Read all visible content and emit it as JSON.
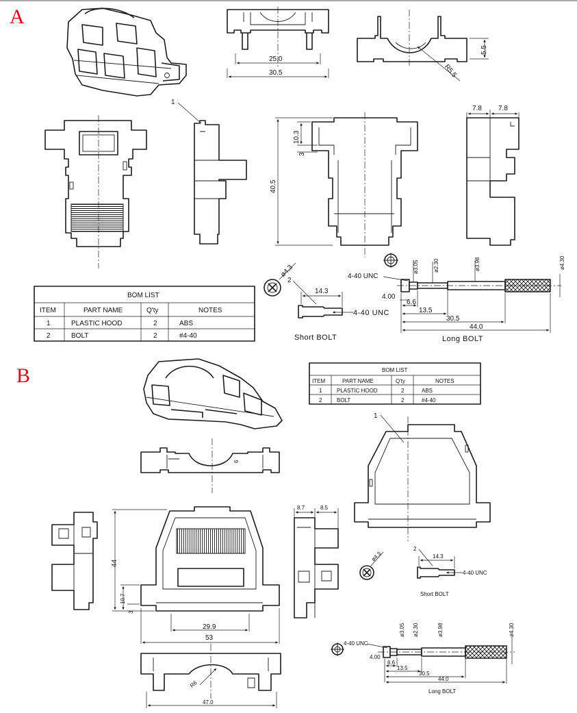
{
  "sections": {
    "a": {
      "label": "A"
    },
    "b": {
      "label": "B"
    }
  },
  "bom_a": {
    "title": "BOM  LIST",
    "headers": [
      "ITEM",
      "PART NAME",
      "Q'ty",
      "NOTES"
    ],
    "rows": [
      [
        "1",
        "PLASTIC  HOOD",
        "2",
        "ABS"
      ],
      [
        "2",
        "BOLT",
        "2",
        "#4-40"
      ]
    ]
  },
  "bom_b": {
    "title": "BOM  LIST",
    "headers": [
      "ITEM",
      "PART NAME",
      "Q'ty",
      "NOTES"
    ],
    "rows": [
      [
        "1",
        "PLASTIC  HOOD",
        "2",
        "ABS"
      ],
      [
        "2",
        "BOLT",
        "2",
        "#4-40"
      ]
    ]
  },
  "dims_a": {
    "d25": "25.0",
    "d30_5": "30.5",
    "d5_5": "5.5",
    "r5_5": "R5.5",
    "d10_3": "10.3",
    "d3": "3",
    "d40_5": "40.5",
    "d7_8_left": "7.8",
    "d7_8_right": "7.8",
    "callout1": "1"
  },
  "bolts_a": {
    "dia43": "ø4.3",
    "callout2": "2",
    "short_len": "14.3",
    "short_thread": "4-40  UNC",
    "short_label": "Short  BOLT",
    "long_thread": "4-40  UNC",
    "d305": "ø3.05",
    "d230": "ø2.30",
    "d398": "ø3.98",
    "d430": "ø4.30",
    "d400": "4.00",
    "d66": "6.6",
    "d135": "13.5",
    "d305len": "30.5",
    "d440": "44.0",
    "long_label": "Long  BOLT"
  },
  "dims_b": {
    "d6": "6",
    "d8_7": "8.7",
    "d8_5": "8.5",
    "d44": "44",
    "d10_7": "10.7",
    "d3": "3",
    "d29_9": "29.9",
    "d53": "53",
    "r6": "R6",
    "d47": "47.0",
    "callout1": "1"
  },
  "bolts_b": {
    "dia43": "ø4.3",
    "callout2": "2",
    "short_len": "14.3",
    "short_thread": "4-40  UNC",
    "short_label": "Short  BOLT",
    "long_thread": "4-40  UNC",
    "d305": "ø3.05",
    "d230": "ø2.30",
    "d398": "ø3.98",
    "d430": "ø4.30",
    "d400": "4.00",
    "d66": "6.6",
    "d135": "13.5",
    "d305len": "30.5",
    "d440": "44.0",
    "long_label": "Long  BOLT"
  }
}
